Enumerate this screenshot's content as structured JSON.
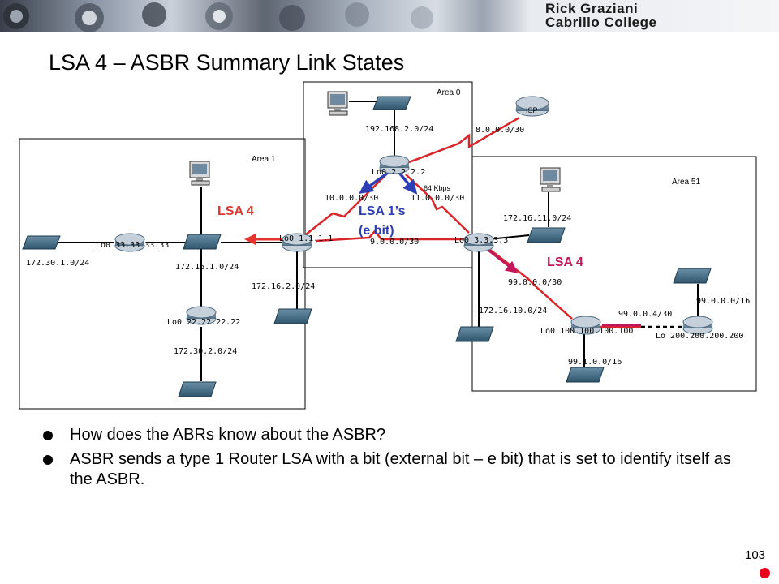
{
  "header": {
    "brand_line1": "Rick Graziani",
    "brand_line2": "Cabrillo College"
  },
  "slide": {
    "title": "LSA 4 – ASBR Summary Link States",
    "page_number": "103",
    "bullets": [
      "How does the ABRs know about the ASBR?",
      "ASBR sends a type 1 Router LSA with a bit (external bit – e bit) that is set to identify itself as the ASBR."
    ]
  },
  "diagram": {
    "areas": {
      "area0": "Area 0",
      "area1": "Area 1",
      "area51": "Area 51"
    },
    "routers": {
      "isp": "ISP",
      "r2": "Lo0 2.2.2.2",
      "r1": "Lo0 1.1.1.1",
      "r3": "Lo0 3.3.3.3",
      "r33": "Lo0 33.33.33.33",
      "r22": "Lo0 22.22.22.22",
      "r100": "Lo0 100.100.100.100",
      "r200": "Lo 200.200.200.200"
    },
    "networks": {
      "n192": "192.168.2.0/24",
      "n8": "8.0.0.0/30",
      "n10": "10.0.0.0/30",
      "n11": "11.0.0.0/30",
      "n9": "9.0.0.0/30",
      "kbps": "64 Kbps",
      "n172_30_1": "172.30.1.0/24",
      "n172_16_1": "172.16.1.0/24",
      "n172_16_2": "172.16.2.0/24",
      "n172_30_2": "172.30.2.0/24",
      "n172_16_11": "172.16.11.0/24",
      "n99_0_0_0_30": "99.0.0.0/30",
      "n172_16_10": "172.16.10.0/24",
      "n99_0_0_4": "99.0.0.4/30",
      "n99_0_0_0_16": "99.0.0.0/16",
      "n99_1": "99.1.0.0/16"
    },
    "annotations": {
      "lsa4_left": "LSA 4",
      "lsa1_line1": "LSA 1’s",
      "lsa1_line2": "(e bit)",
      "lsa4_right": "LSA 4"
    }
  },
  "colors": {
    "lsa4_left": "#e3342f",
    "lsa4_right": "#c2185b",
    "lsa1": "#2c3fb5",
    "wan_link": "#d9262b",
    "accent_dot": "#e8001c"
  }
}
